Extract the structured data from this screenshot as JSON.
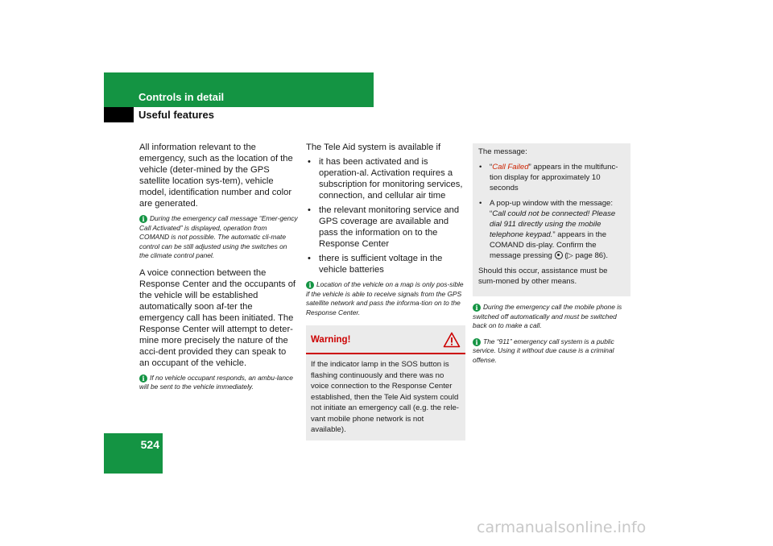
{
  "header": {
    "title": "Controls in detail",
    "subtitle": "Useful features"
  },
  "page_number": "524",
  "col1": {
    "p1": "All information relevant to the emergency, such as the location of the vehicle (deter-mined by the GPS satellite location sys-tem), vehicle model, identification number and color are generated.",
    "info1": "During the emergency call message “Emer-gency Call Activated” is displayed, operation from COMAND is not possible. The automatic cli-mate control can be still adjusted using the switches on the climate control panel.",
    "p2": "A voice connection between the Response Center and the occupants of the vehicle will be established automatically soon af-ter the emergency call has been initiated. The Response Center will attempt to deter-mine more precisely the nature of the acci-dent provided they can speak to an occupant of the vehicle.",
    "info2": "If no vehicle occupant responds, an ambu-lance will be sent to the vehicle immediately."
  },
  "col2": {
    "intro": "The Tele Aid system is available if",
    "bullets": [
      "it has been activated and is operation-al. Activation requires a subscription for monitoring services, connection, and cellular air time",
      "the relevant monitoring service and GPS coverage are available and pass the information on to the Response Center",
      "there is sufficient voltage in the vehicle batteries"
    ],
    "info": "Location of the vehicle on a map is only pos-sible if the vehicle is able to receive signals from the GPS satellite network and pass the informa-tion on to the Response Center.",
    "warning_title": "Warning!",
    "warning_text": "If the indicator lamp in the SOS button is flashing continuously and there was no voice connection to the Response Center established, then the Tele Aid system could not initiate an emergency call (e.g. the rele-vant mobile phone network is not available)."
  },
  "col3": {
    "msg_intro": "The message:",
    "b1_open": "“",
    "b1_red": "Call Failed",
    "b1_rest": "” appears in the multifunc-tion display for approximately 10 seconds",
    "b2_pre": "A pop-up window with the message: “",
    "b2_ital": "Call could not be connected! Please dial 911 directly using the mobile telephone keypad.",
    "b2_rest": "” appears in the COMAND dis-play. Confirm the message pressing",
    "b2_ref": "(▷ page 86).",
    "msg_outro": "Should this occur, assistance must be sum-moned by other means.",
    "info1": "During the emergency call the mobile phone is switched off automatically and must be switched back on to make a call.",
    "info2": "The “911” emergency call system is a public service. Using it without due cause is a criminal offense."
  },
  "watermark": "carmanualsonline.info",
  "colors": {
    "brand_green": "#149443",
    "warning_red": "#cc0000",
    "box_gray": "#ebebeb"
  },
  "icons": {
    "info": "info-icon",
    "warning": "warning-triangle-icon",
    "button": "command-button-icon"
  }
}
